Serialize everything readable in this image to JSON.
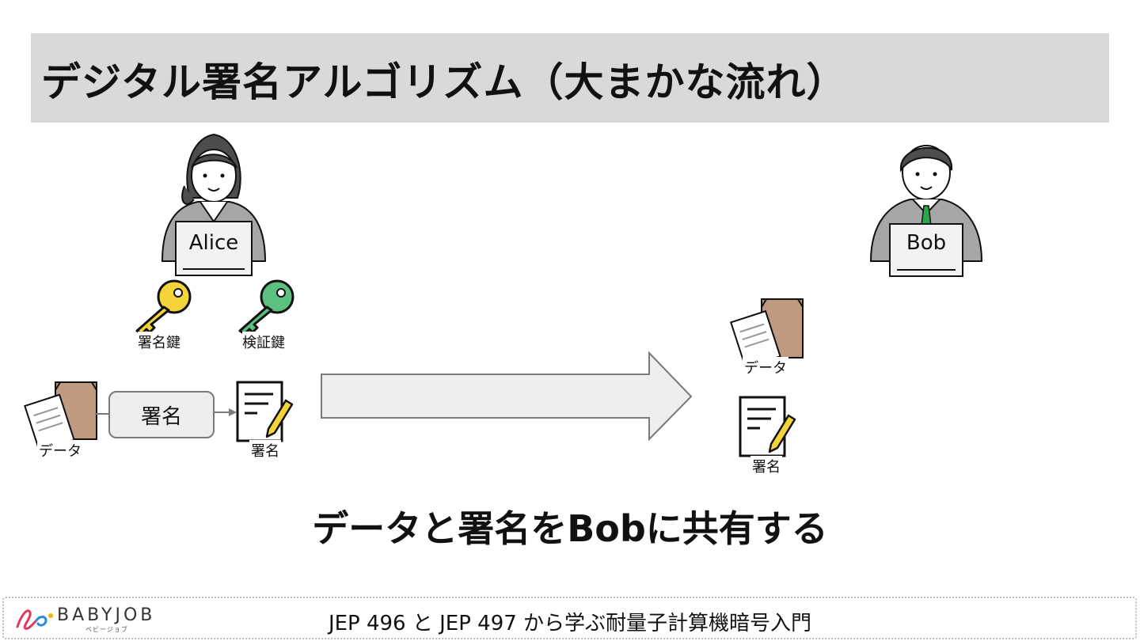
{
  "title": "デジタル署名アルゴリズム（大まかな流れ）",
  "alice": {
    "name": "Alice"
  },
  "bob": {
    "name": "Bob"
  },
  "keys": {
    "signing_key": "署名鍵",
    "verification_key": "検証鍵"
  },
  "left": {
    "data_label": "データ",
    "sign_process": "署名",
    "signature_label": "署名"
  },
  "right": {
    "data_label": "データ",
    "signature_label": "署名"
  },
  "caption": "データと署名をBobに共有する",
  "footer": {
    "logo": "BABYJOB",
    "logo_sub": "ベビージョブ",
    "text": "JEP 496 と JEP 497 から学ぶ耐量子計算機暗号入門"
  },
  "colors": {
    "title_bg": "#d9d9d9",
    "key_yellow": "#f5d33a",
    "key_green": "#5cc080",
    "envelope": "#bf9a80",
    "tie": "#2aa84a"
  }
}
